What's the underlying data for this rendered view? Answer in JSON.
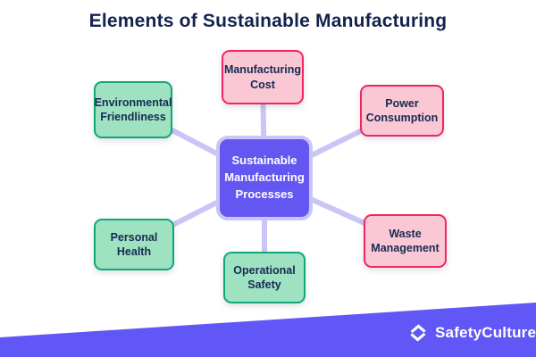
{
  "title": "Elements of Sustainable Manufacturing",
  "center_node": {
    "label": "Sustainable\nManufacturing\nProcesses"
  },
  "nodes": [
    {
      "id": "environmental-friendliness",
      "label": "Environmental\nFriendliness",
      "type": "green"
    },
    {
      "id": "manufacturing-cost",
      "label": "Manufacturing\nCost",
      "type": "pink"
    },
    {
      "id": "power-consumption",
      "label": "Power\nConsumption",
      "type": "pink"
    },
    {
      "id": "waste-management",
      "label": "Waste\nManagement",
      "type": "pink"
    },
    {
      "id": "operational-safety",
      "label": "Operational\nSafety",
      "type": "green"
    },
    {
      "id": "personal-health",
      "label": "Personal\nHealth",
      "type": "green"
    }
  ],
  "connections": [
    "center-to-environmental-friendliness",
    "center-to-manufacturing-cost",
    "center-to-power-consumption",
    "center-to-waste-management",
    "center-to-operational-safety",
    "center-to-personal-health"
  ],
  "footer": {
    "brand": "SafetyCulture",
    "icon": "safetyculture-diamond-icon"
  },
  "colors": {
    "title_text": "#14224e",
    "node_text": "#172a52",
    "green_fill": "#9fe2c1",
    "green_border": "#0fa878",
    "pink_fill": "#f9c8d4",
    "pink_border": "#f2255e",
    "center_fill": "#6456f0",
    "connector": "#c9c5f7",
    "band_fill": "#6157f6",
    "brand_text": "#ffffff",
    "background": "#ffffff"
  }
}
